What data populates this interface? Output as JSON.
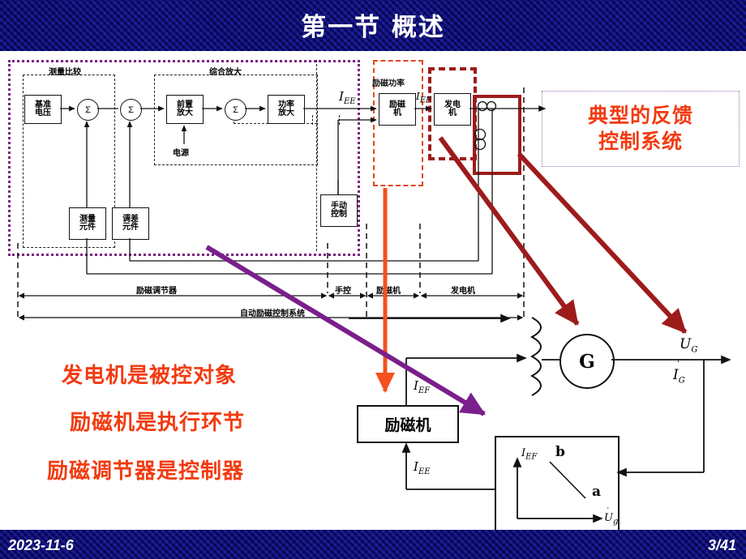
{
  "slide": {
    "title": "第一节 概述",
    "footer_date": "2023-11-6",
    "footer_page": "3/41",
    "colors": {
      "header_bg": "#1a1a8c",
      "title_text": "#ffffff",
      "red_text": "#f23b11",
      "purple_boundary": "#7a2080",
      "orange_boundary": "#e2471a",
      "dark_red": "#9e1b1b",
      "purple_arrow": "#7a1f8c"
    }
  },
  "block_diagram": {
    "group_labels": {
      "measure_compare": "测量比较",
      "composite_amplify": "综合放大",
      "exciter_power": "励磁功率"
    },
    "blocks": {
      "ref_voltage": "基准\n电压",
      "pre_amp": "前置\n放大",
      "power_amp": "功率\n放大",
      "power_source": "电源",
      "measure_elem": "测量\n元件",
      "droop_elem": "调差\n元件",
      "manual_control": "手动\n控制",
      "exciter": "励磁\n机",
      "generator": "发电\n机"
    },
    "sum_symbol": "Σ",
    "signal_labels": {
      "i_ee": "I",
      "i_ee_sub": "EE",
      "i_ef": "I",
      "i_ef_sub": "EF"
    },
    "dimension_labels": {
      "regulator": "励磁调节器",
      "manual": "手控",
      "exciter": "励磁机",
      "generator": "发电机",
      "whole_system": "自动励磁控制系统"
    }
  },
  "callout": {
    "line1": "典型的反馈",
    "line2": "控制系统"
  },
  "statements": [
    "发电机是被控对象",
    "励磁机是执行环节",
    "励磁调节器是控制器"
  ],
  "schematic": {
    "generator_symbol": "G",
    "exciter_box": "励磁机",
    "labels": {
      "i_ef": "I",
      "i_ef_sub": "EF",
      "i_ee": "I",
      "i_ee_sub": "EE",
      "u_g": "U",
      "u_g_sub": "G",
      "i_g": "I",
      "i_g_sub": "G"
    },
    "inset_plot": {
      "y_axis": "I",
      "y_axis_sub": "EF",
      "x_axis": "U",
      "x_axis_sub": "g",
      "point_a": "a",
      "point_b": "b"
    }
  }
}
